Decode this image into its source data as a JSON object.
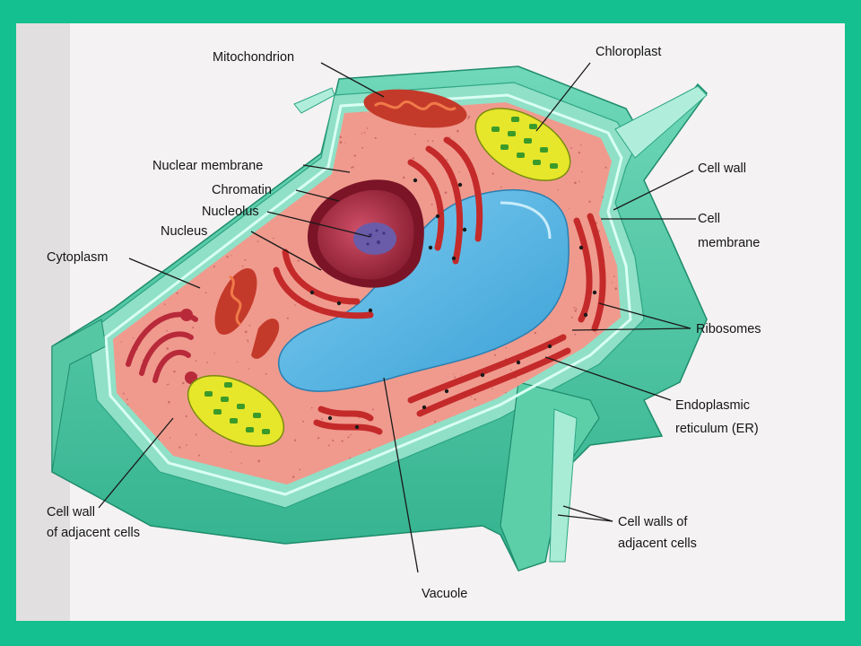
{
  "colors": {
    "frame": "#14c08f",
    "paper": "#f4f2f2",
    "cell_wall": "#4ec9a6",
    "cell_wall_dark": "#2ea584",
    "cytoplasm": "#f0958a",
    "vacuole": "#4fb2e0",
    "organelle_red": "#d63a3a",
    "chloroplast": "#e6e62a",
    "nucleus": "#b02a40"
  },
  "labels": {
    "mitochondrion": "Mitochondrion",
    "chloroplast": "Chloroplast",
    "nuclear_membrane": "Nuclear membrane",
    "chromatin": "Chromatin",
    "nucleolus": "Nucleolus",
    "nucleus": "Nucleus",
    "cytoplasm": "Cytoplasm",
    "cell_wall": "Cell wall",
    "cell_membrane_1": "Cell",
    "cell_membrane_2": "membrane",
    "ribosomes": "Ribosomes",
    "er_1": "Endoplasmic",
    "er_2": "reticulum (ER)",
    "cell_wall_adjacent_left_1": "Cell wall",
    "cell_wall_adjacent_left_2": "of adjacent cells",
    "cell_walls_adjacent_right_1": "Cell walls of",
    "cell_walls_adjacent_right_2": "adjacent cells",
    "vacuole": "Vacuole"
  }
}
